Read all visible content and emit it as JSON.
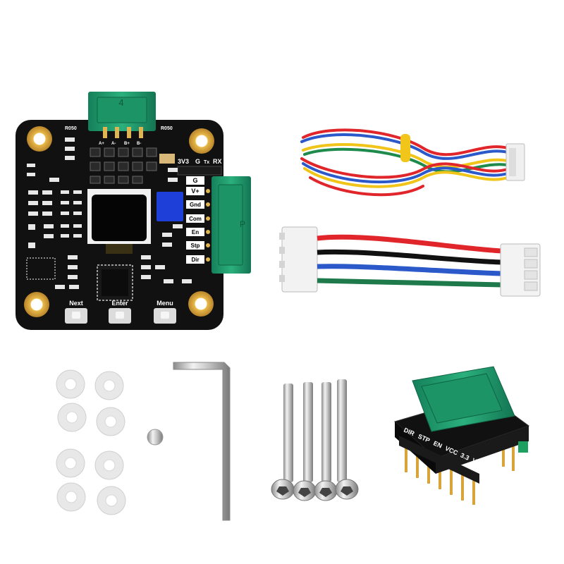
{
  "board": {
    "connector_top_label": "4",
    "header_labels": [
      "3V3",
      "G",
      "Tx",
      "RX"
    ],
    "side_pins": [
      "G",
      "V+",
      "Gnd",
      "Com",
      "En",
      "Stp",
      "Dir"
    ],
    "buttons": [
      "Next",
      "Enter",
      "Menu"
    ],
    "small_labels": [
      "R050",
      "R050"
    ],
    "side_connector_label": "P",
    "top_pin_labels": [
      "A+",
      "A-",
      "B+",
      "B-"
    ]
  },
  "adapter": {
    "pin_labels": [
      "DIR",
      "STP",
      "EN",
      "VCC",
      "3.3",
      "VIN"
    ]
  },
  "colors": {
    "pcb": "#111111",
    "connector_green": "#1f9a6a",
    "gold": "#d9a53a",
    "cable_red": "#e0262b",
    "cable_blue": "#2b59c9",
    "cable_yellow": "#f0c419",
    "cable_green": "#1e8a4c"
  }
}
